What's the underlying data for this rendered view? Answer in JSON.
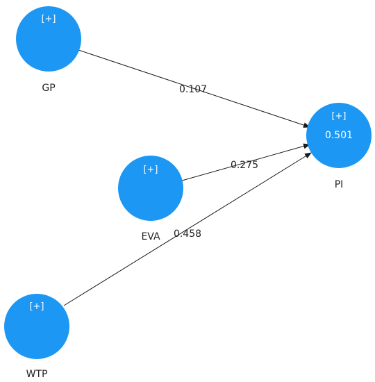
{
  "node_color": "#1c97f3",
  "nodes": {
    "gp": {
      "label": "GP",
      "expand": "[+]"
    },
    "eva": {
      "label": "EVA",
      "expand": "[+]"
    },
    "wtp": {
      "label": "WTP",
      "expand": "[+]"
    },
    "pi": {
      "label": "PI",
      "expand": "[+]",
      "r_squared": "0.501"
    }
  },
  "paths": {
    "gp_pi": "0.107",
    "eva_pi": "0.275",
    "wtp_pi": "0.458"
  }
}
